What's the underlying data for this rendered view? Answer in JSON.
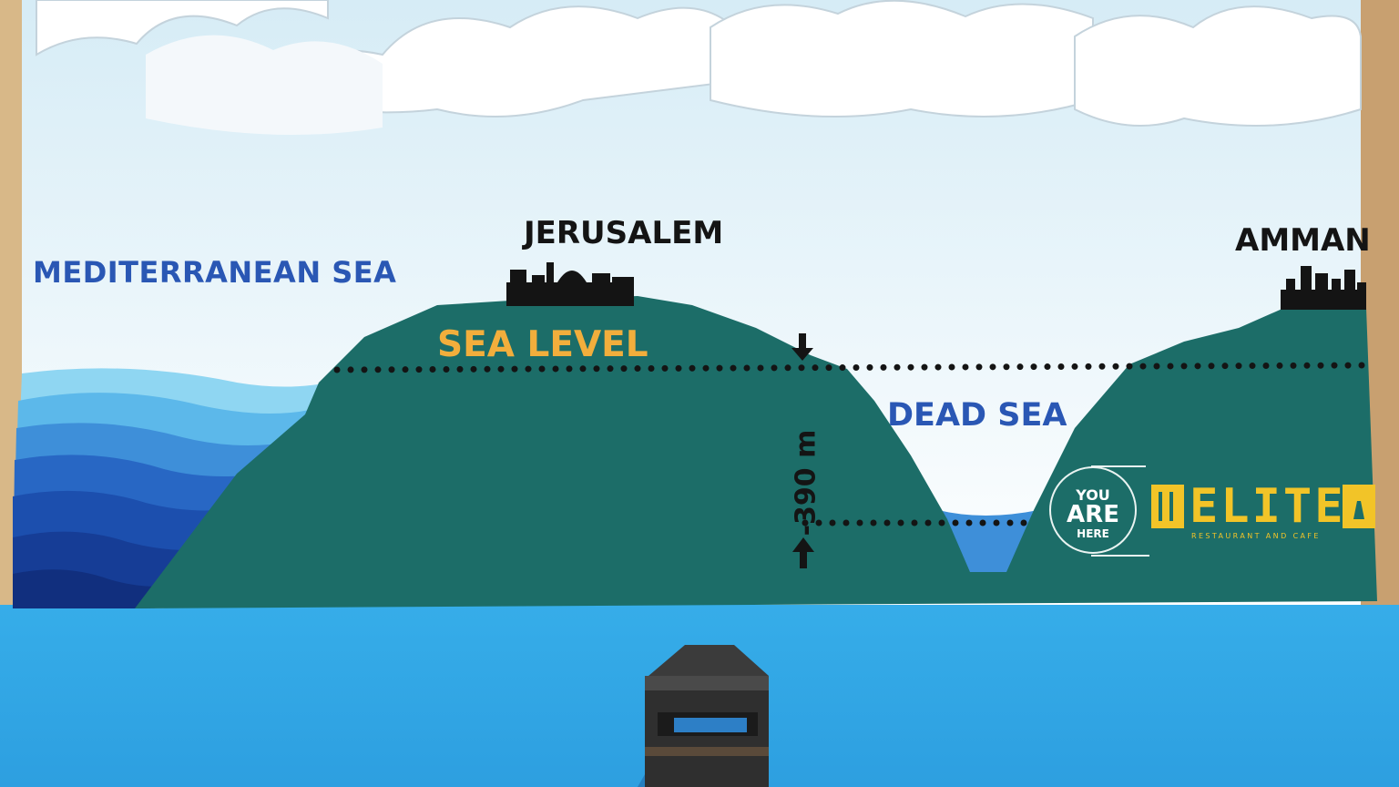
{
  "labels": {
    "mediterranean": "MEDITERRANEAN SEA",
    "jerusalem": "JERUSALEM",
    "amman": "AMMAN",
    "sea_level": "SEA LEVEL",
    "dead_sea": "DEAD SEA",
    "depth": "-390 m"
  },
  "badge": {
    "line1": "YOU",
    "line2": "ARE",
    "line3": "HERE"
  },
  "logo": {
    "name": "ELITE",
    "tagline": "RESTAURANT AND CAFE"
  },
  "colors": {
    "mountain": "#1c6d68",
    "sea_label": "#2a57b4",
    "sea_level_label": "#f2ae3c",
    "logo_gold": "#f2c428",
    "wall_blue": "#33a9e9"
  }
}
